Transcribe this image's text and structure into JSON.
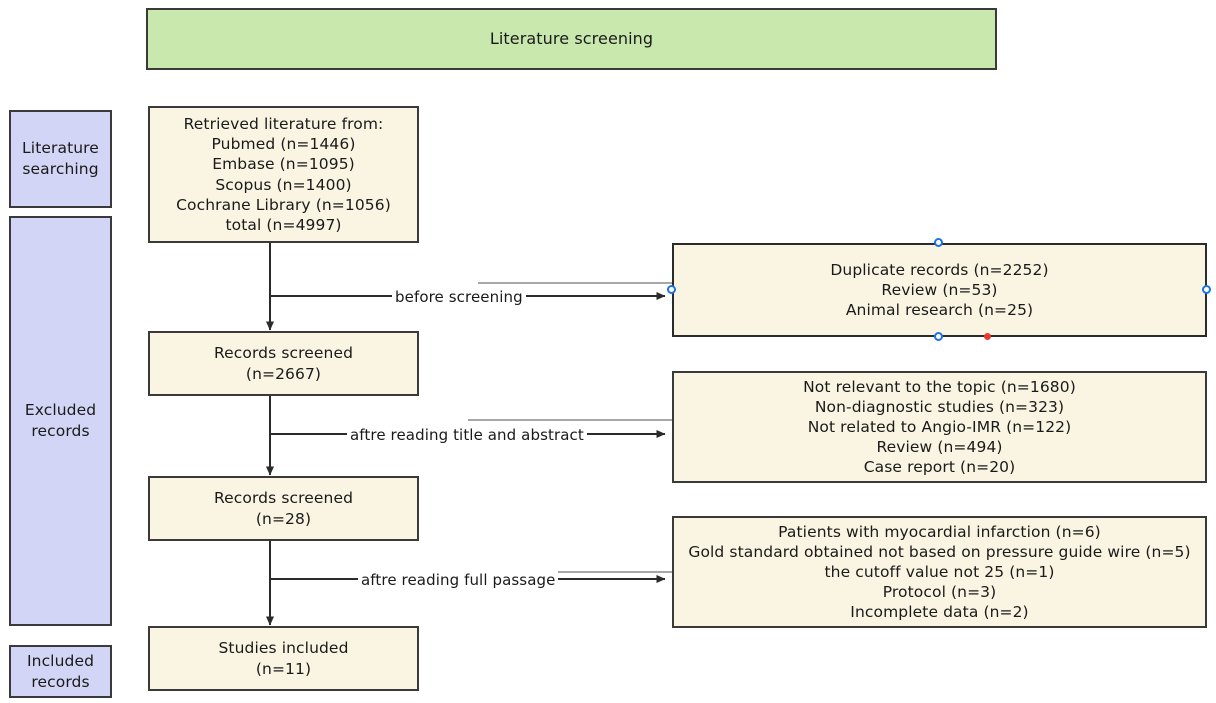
{
  "diagram": {
    "title": "Literature screening",
    "colors": {
      "title_fill": "#c9e8ae",
      "phase_fill": "#d2d5f5",
      "node_fill": "#faf4e2",
      "border": "#3a3a3a",
      "selection_handle": "#1a73e8",
      "anchor_dot": "#e8392f"
    },
    "phases": [
      {
        "id": "phase-literature-searching",
        "lines": [
          "Literature",
          "searching"
        ]
      },
      {
        "id": "phase-excluded-records",
        "lines": [
          "Excluded",
          "records"
        ]
      },
      {
        "id": "phase-included-records",
        "lines": [
          "Included",
          "records"
        ]
      }
    ],
    "flow_nodes": [
      {
        "id": "node-retrieved-literature",
        "lines": [
          "Retrieved literature from:",
          "Pubmed (n=1446)",
          "Embase (n=1095)",
          "Scopus (n=1400)",
          "Cochrane Library (n=1056)",
          "total (n=4997)"
        ]
      },
      {
        "id": "node-records-screened-2667",
        "lines": [
          "Records screened",
          "(n=2667)"
        ]
      },
      {
        "id": "node-records-screened-28",
        "lines": [
          "Records screened",
          "(n=28)"
        ]
      },
      {
        "id": "node-studies-included",
        "lines": [
          "Studies included",
          "(n=11)"
        ]
      }
    ],
    "exclusion_nodes": [
      {
        "id": "node-excluded-before-screening",
        "selected": true,
        "lines": [
          "Duplicate records (n=2252)",
          "Review (n=53)",
          "Animal research (n=25)"
        ]
      },
      {
        "id": "node-excluded-title-abstract",
        "selected": false,
        "lines": [
          "Not relevant to the topic (n=1680)",
          "Non-diagnostic studies (n=323)",
          "Not related to Angio-IMR (n=122)",
          "Review (n=494)",
          "Case report (n=20)"
        ]
      },
      {
        "id": "node-excluded-full-passage",
        "selected": false,
        "lines": [
          "Patients with myocardial infarction (n=6)",
          "Gold standard obtained not based on pressure guide wire (n=5)",
          "the cutoff value not 25 (n=1)",
          "Protocol (n=3)",
          "Incomplete data (n=2)"
        ]
      }
    ],
    "edge_labels": [
      {
        "id": "edge-label-before-screening",
        "text": "before screening"
      },
      {
        "id": "edge-label-title-abstract",
        "text": "aftre reading title and abstract"
      },
      {
        "id": "edge-label-full-passage",
        "text": "aftre reading full passage"
      }
    ]
  }
}
